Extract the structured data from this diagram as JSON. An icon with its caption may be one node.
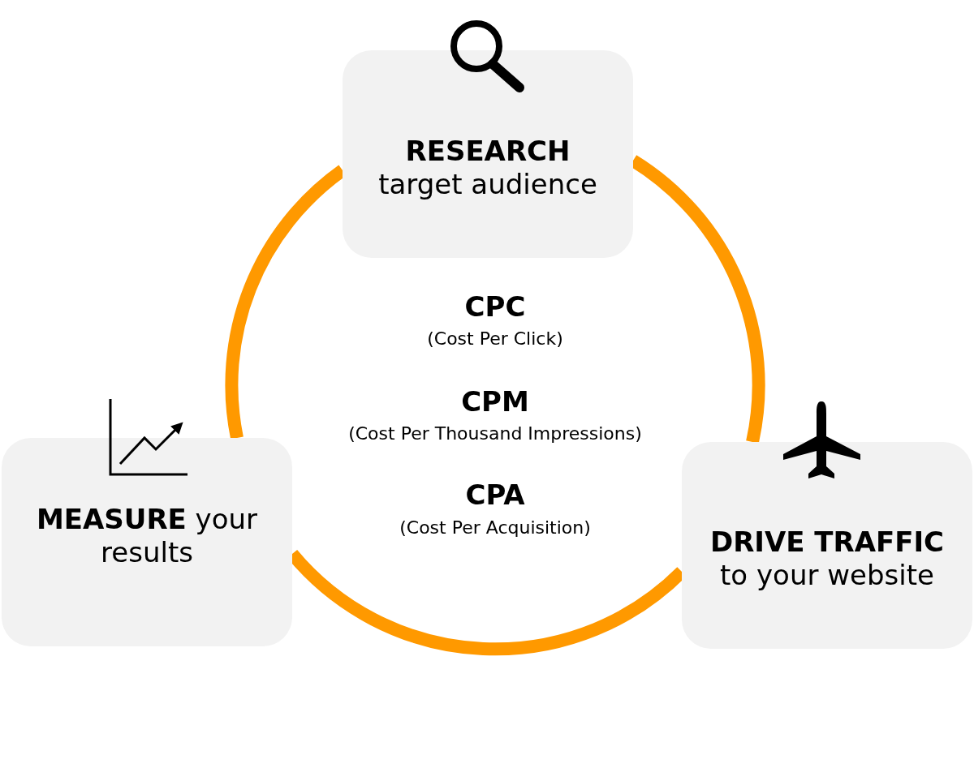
{
  "diagram": {
    "nodes": [
      {
        "text": [
          "RESEARCH",
          "target audience"
        ]
      },
      {
        "text": [
          "DRIVE TRAFFIC",
          "to your website"
        ]
      },
      {
        "text": [
          "**MEASURE** your results"
        ]
      }
    ],
    "edges": [
      {
        "from": 0,
        "to": 1,
        "arrow": "none"
      },
      {
        "from": 1,
        "to": 2,
        "arrow": "none"
      },
      {
        "from": 2,
        "to": 0,
        "arrow": "none"
      }
    ],
    "labels": [
      "CPC",
      "(Cost Per Click)",
      "CPM",
      "(Cost Per Thousand Impressions)",
      "CPA",
      "(Cost Per Acquisition)"
    ]
  }
}
